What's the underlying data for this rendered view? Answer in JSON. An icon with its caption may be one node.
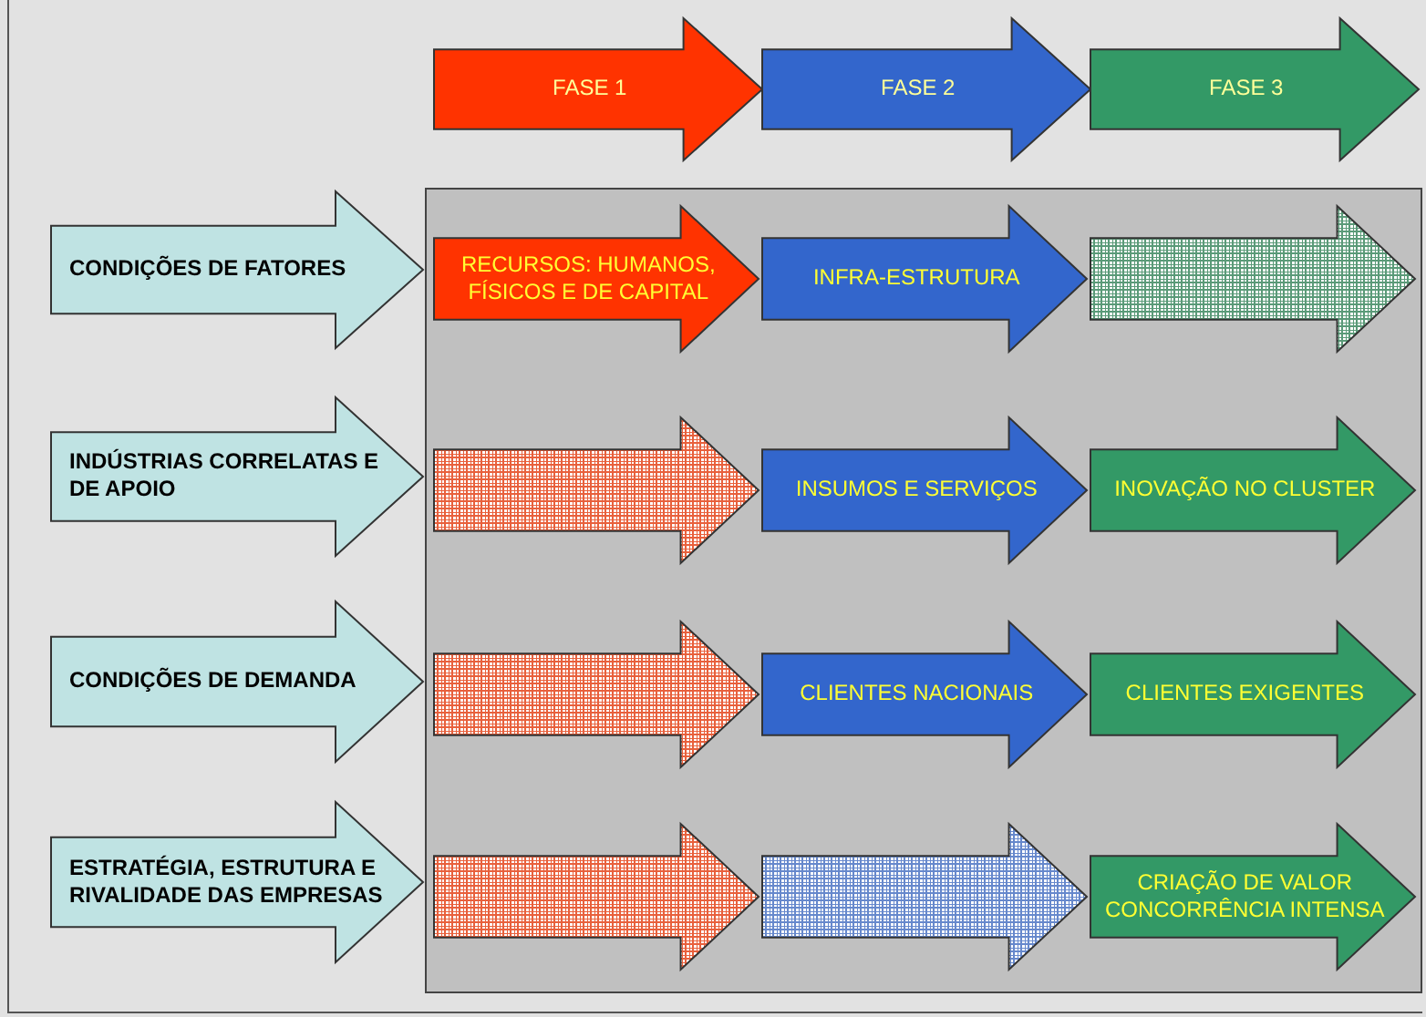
{
  "diagram": {
    "nodes": [
      {
        "text": [
          "FASE 1"
        ]
      },
      {
        "text": [
          "FASE 2"
        ]
      },
      {
        "text": [
          "FASE 3"
        ]
      },
      {
        "text": [
          "CONDIÇÕES DE FATORES"
        ]
      },
      {
        "text": [
          "RECURSOS: HUMANOS, FÍSICOS E DE CAPITAL"
        ]
      },
      {
        "text": [
          "INFRA-ESTRUTURA"
        ]
      },
      {
        "text": [],
        "shape": "arrow"
      },
      {
        "text": [
          "INDÚSTRIAS CORRELATAS E DE APOIO"
        ]
      },
      {
        "text": [],
        "shape": "arrow"
      },
      {
        "text": [
          "INSUMOS E SERVIÇOS"
        ]
      },
      {
        "text": [
          "INOVAÇÃO NO CLUSTER"
        ]
      },
      {
        "text": [
          "CONDIÇÕES DE DEMANDA"
        ]
      },
      {
        "text": [],
        "shape": "arrow"
      },
      {
        "text": [
          "CLIENTES NACIONAIS"
        ]
      },
      {
        "text": [
          "CLIENTES EXIGENTES"
        ]
      },
      {
        "text": [
          "ESTRATÉGIA, ESTRUTURA E RIVALIDADE DAS EMPRESAS"
        ]
      },
      {
        "text": [],
        "shape": "arrow"
      },
      {
        "text": [],
        "shape": "arrow"
      },
      {
        "text": [
          "CRIAÇÃO DE VALOR CONCORRÊNCIA INTENSA"
        ]
      }
    ]
  }
}
